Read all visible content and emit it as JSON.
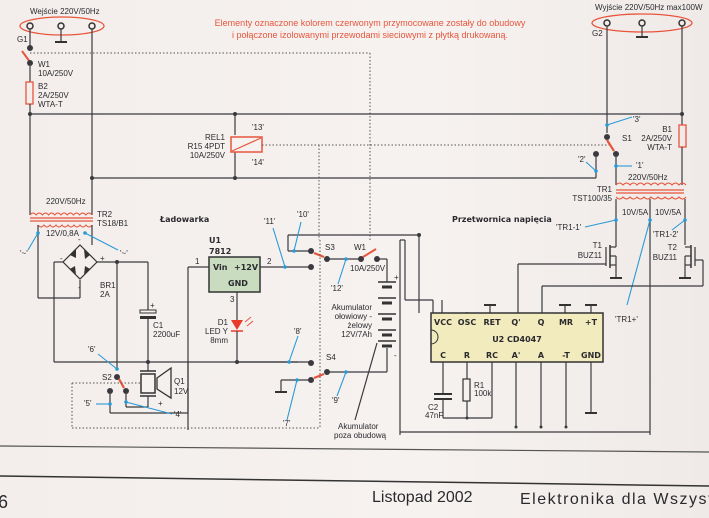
{
  "notes": {
    "red_note_line1": "Elementy  oznaczone kolorem czerwonym przymocowane zostały do obudowy",
    "red_note_line2": "i połączone izolowanymi przewodami sieciowymi z płytką drukowaną."
  },
  "input": {
    "title": "Wejście  220V/50Hz",
    "socket": "G1"
  },
  "output": {
    "title": "Wyjście 220V/50Hz max100W",
    "socket": "G2"
  },
  "W1_top": {
    "name": "W1",
    "rating": "10A/250V"
  },
  "B2": {
    "name": "B2",
    "rating": "2A/250V",
    "type": "WTA-T"
  },
  "B1": {
    "name": "B1",
    "rating": "2A/250V",
    "type": "WTA-T"
  },
  "REL1": {
    "name": "REL1",
    "model": "R15 4PDT",
    "rating": "10A/250V",
    "pin13": "'13'",
    "pin14": "'14'"
  },
  "S1": {
    "name": "S1",
    "p1": "'1'",
    "p2": "'2'",
    "p3": "'3'"
  },
  "TR1": {
    "name": "TR1",
    "model": "TST100/35",
    "primary": "220V/50Hz",
    "sec1": "10V/5A",
    "sec2": "10V/5A",
    "tap1": "'TR1-1'",
    "tap2": "'TR1-2'",
    "tapc": "'TR1+'"
  },
  "TR2": {
    "name": "TR2",
    "model": "TS18/B1",
    "primary": "220V/50Hz",
    "secondary": "12V/0,8A",
    "tap_l": "'~'",
    "tap_r": "'~'"
  },
  "BR1": {
    "name": "BR1",
    "rating": "2A",
    "plus": "+",
    "minus": "-",
    "minus2": "-",
    "ac1": "~",
    "ac2": "~"
  },
  "C1": {
    "name": "C1",
    "value": "2200uF",
    "plus": "+"
  },
  "Q1": {
    "name": "Q1",
    "value": "12V",
    "plus": "+"
  },
  "S2": {
    "name": "S2",
    "p4": "'4'",
    "p5": "'5'",
    "p6": "'6'"
  },
  "charger": {
    "title": "Ładowarka"
  },
  "U1": {
    "name": "U1",
    "model": "7812",
    "vin": "Vin",
    "vout": "+12V",
    "gnd": "GND",
    "pin1": "1",
    "pin2": "2",
    "pin3": "3"
  },
  "D1": {
    "name": "D1",
    "type": "LED Y",
    "size": "8mm"
  },
  "S3": {
    "name": "S3",
    "p10": "'10'",
    "p11": "'11'",
    "p12": "'12'"
  },
  "W1_bat": {
    "name": "W1",
    "rating": "10A/250V"
  },
  "S4": {
    "name": "S4",
    "p7": "'7'",
    "p8": "'8'",
    "p9": "'9'"
  },
  "battery": {
    "line1": "Akumulator",
    "line2": "ołowiowy -",
    "line3": "żelowy",
    "line4": "12V/7Ah",
    "plus": "+",
    "minus": "-",
    "ext1": "Akumulator",
    "ext2": "poza obudową"
  },
  "inverter": {
    "title": "Przetwornica napięcia"
  },
  "T1": {
    "name": "T1",
    "model": "BUZ11"
  },
  "T2": {
    "name": "T2",
    "model": "BUZ11"
  },
  "U2": {
    "name": "U2  CD4047",
    "top_pins": [
      "VCC",
      "OSC",
      "RET",
      "Q'",
      "Q",
      "MR",
      "+T"
    ],
    "bottom_pins": [
      "C",
      "R",
      "RC",
      "A'",
      "A",
      "-T",
      "GND"
    ]
  },
  "R1": {
    "name": "R1",
    "value": "100k"
  },
  "C2": {
    "name": "C2",
    "value": "47nF"
  },
  "footer": {
    "page_no": "6",
    "issue": "Listopad 2002",
    "magazine": "Elektronika dla Wszyst"
  }
}
